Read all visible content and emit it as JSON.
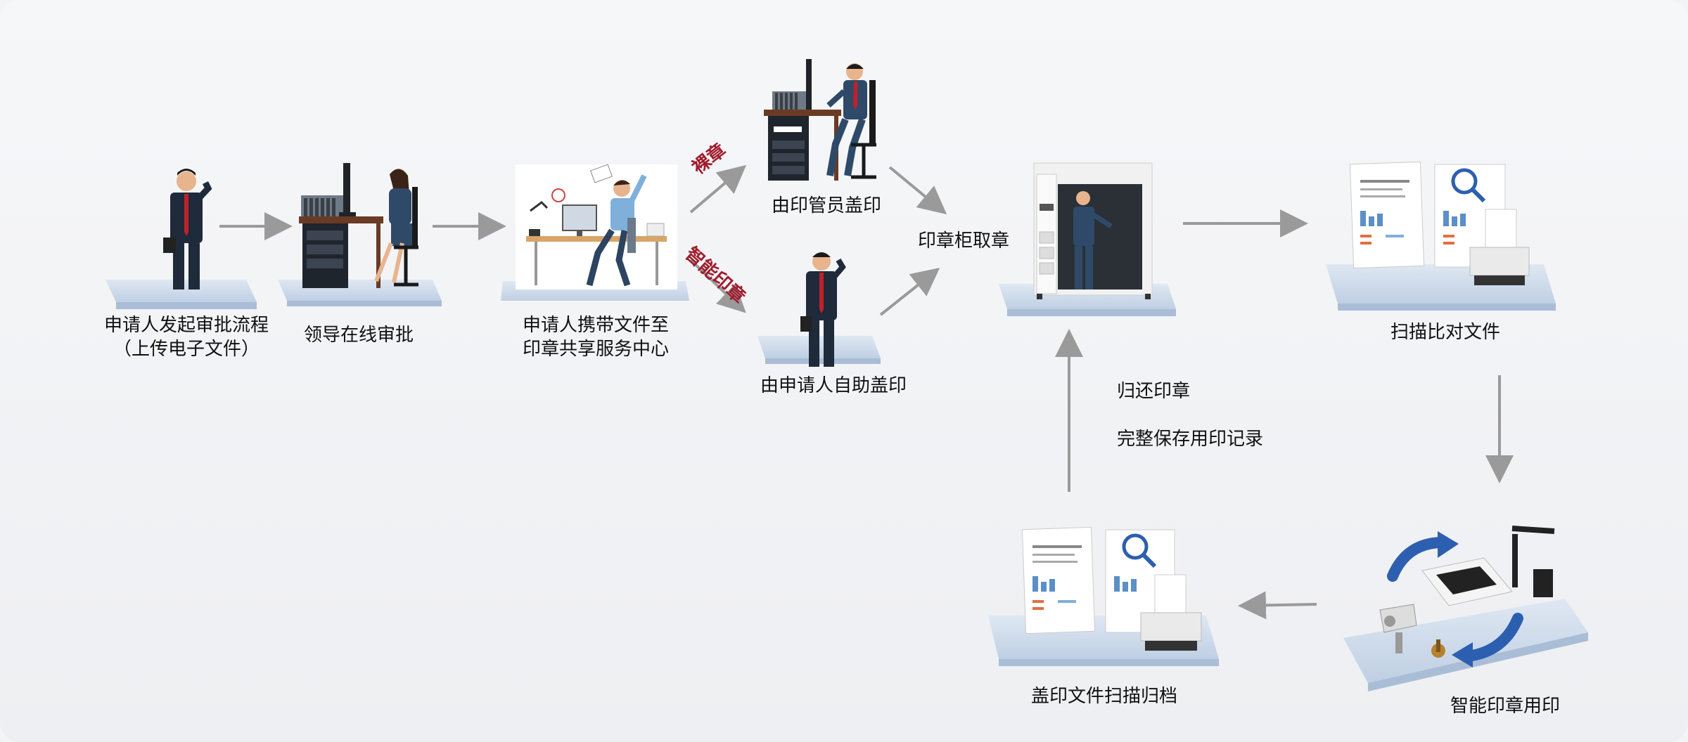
{
  "steps": {
    "initiate": {
      "line1": "申请人发起审批流程",
      "line2": "（上传电子文件）"
    },
    "leader": {
      "label": "领导在线审批"
    },
    "carry": {
      "line1": "申请人携带文件至",
      "line2": "印章共享服务中心"
    },
    "admin_stamp": {
      "label": "由印管员盖印"
    },
    "self_stamp": {
      "label": "由申请人自助盖印"
    },
    "cabinet": {
      "label": "印章柜取章"
    },
    "scan_compare": {
      "label": "扫描比对文件"
    },
    "smart_use": {
      "label": "智能印章用印"
    },
    "archive": {
      "label": "盖印文件扫描归档"
    }
  },
  "branches": {
    "bare_seal": "裸章",
    "smart_seal": "智能印章"
  },
  "return_notes": {
    "line1": "归还印章",
    "line2": "完整保存用印记录"
  },
  "colors": {
    "accent_red": "#a01c2c",
    "platform": "#cfdcec",
    "arrow": "#9a9a9a",
    "suit": "#1f2a3a",
    "blue_arrow": "#2d5fb0"
  }
}
